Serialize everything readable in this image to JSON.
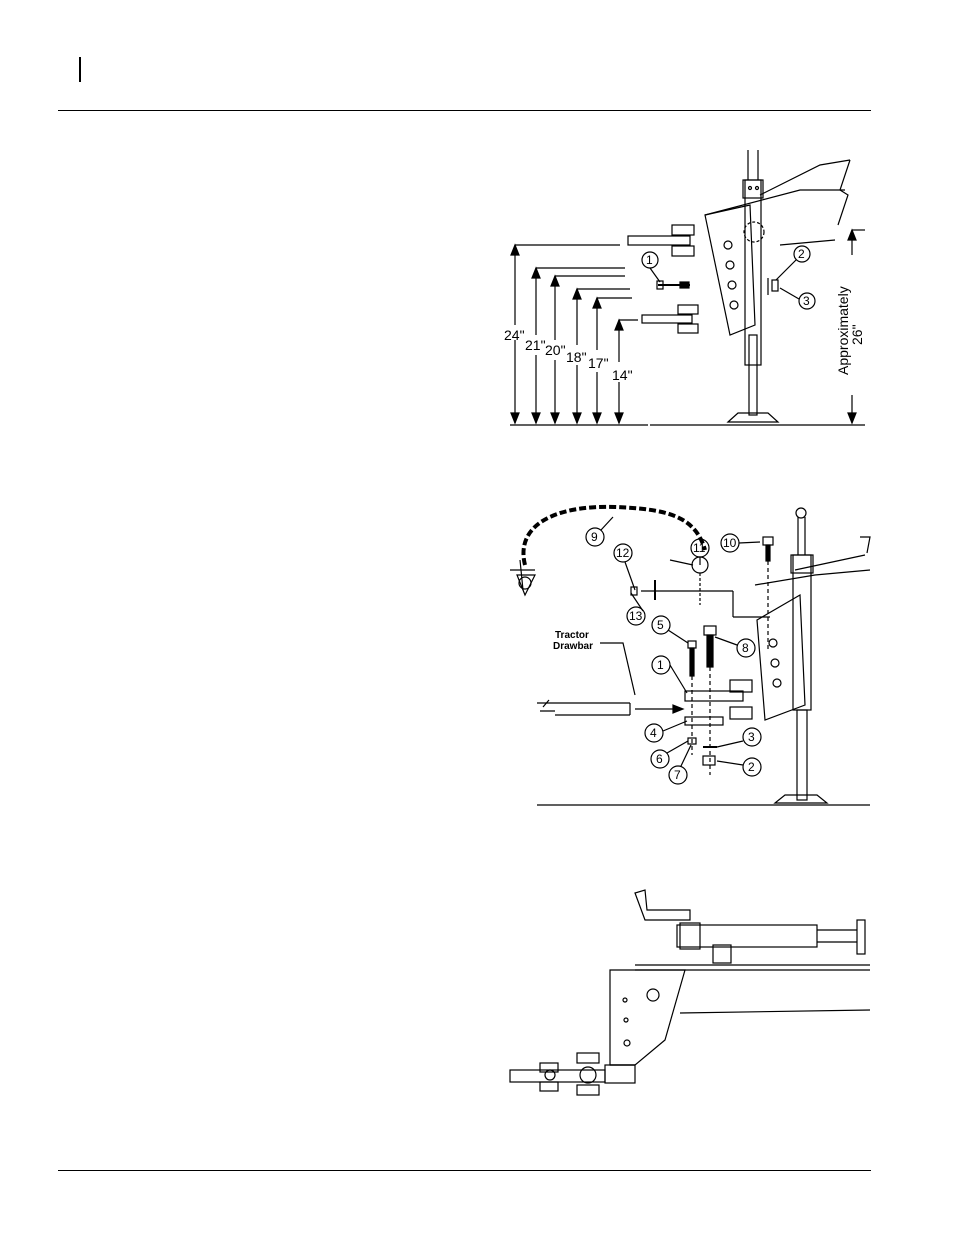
{
  "figure1": {
    "dims": [
      "24\"",
      "21\"",
      "20\"",
      "18\"",
      "17\"",
      "14\""
    ],
    "approx_label": "Approximately",
    "approx_value": "26\"",
    "callouts": [
      "1",
      "2",
      "3"
    ]
  },
  "figure2": {
    "callouts": [
      "1",
      "2",
      "3",
      "4",
      "5",
      "6",
      "7",
      "8",
      "9",
      "10",
      "11",
      "12",
      "13"
    ],
    "drawbar_label_line1": "Tractor",
    "drawbar_label_line2": "Drawbar"
  }
}
